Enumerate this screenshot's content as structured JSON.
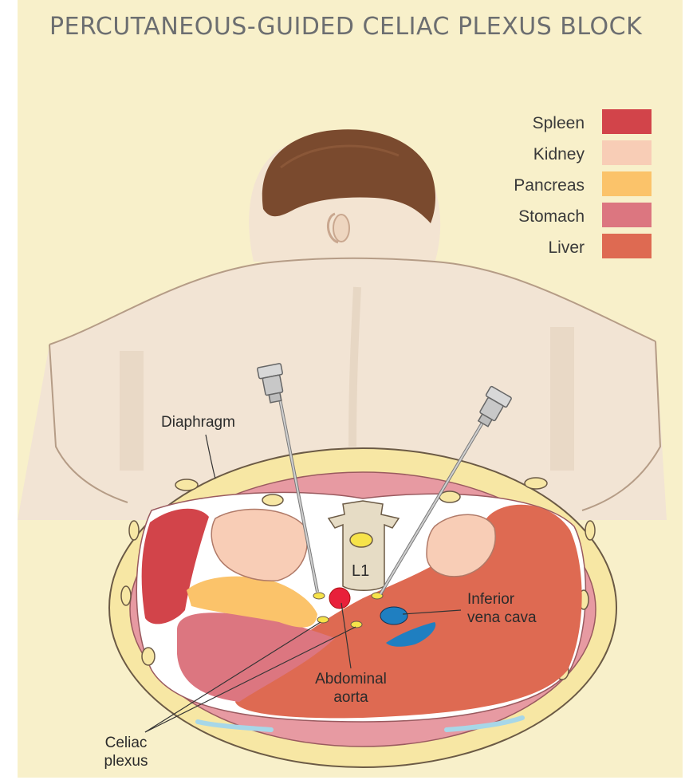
{
  "title": "PERCUTANEOUS-GUIDED CELIAC PLEXUS BLOCK",
  "legend": [
    {
      "label": "Spleen",
      "color": "#d2444a"
    },
    {
      "label": "Kidney",
      "color": "#f8cdb6"
    },
    {
      "label": "Pancreas",
      "color": "#fbc36a"
    },
    {
      "label": "Stomach",
      "color": "#dc7680"
    },
    {
      "label": "Liver",
      "color": "#de6a52"
    }
  ],
  "labels": {
    "diaphragm": "Diaphragm",
    "vertebra": "L1",
    "ivc_line1": "Inferior",
    "ivc_line2": "vena cava",
    "aorta_line1": "Abdominal",
    "aorta_line2": "aorta",
    "celiac_line1": "Celiac",
    "celiac_line2": "plexus"
  }
}
